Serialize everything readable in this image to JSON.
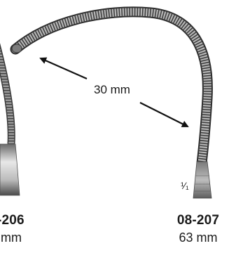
{
  "products": [
    {
      "code": "-206",
      "size": "mm"
    },
    {
      "code": "08-207",
      "size": "63 mm"
    }
  ],
  "dimension": {
    "label": "30 mm"
  },
  "fraction_mark": "¹⁄₁",
  "colors": {
    "steel_dark": "#3a3a3a",
    "steel_mid": "#8a8a8a",
    "steel_light": "#d8d8d8",
    "text": "#1a1a1a"
  }
}
